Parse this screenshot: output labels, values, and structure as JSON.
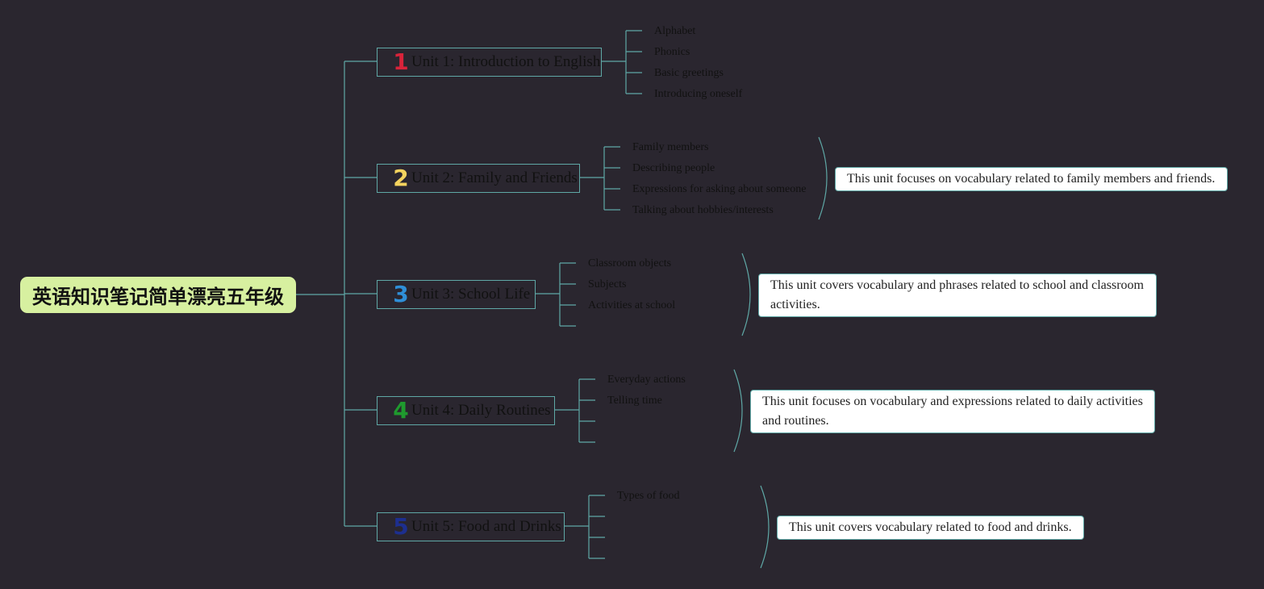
{
  "root": {
    "title": "英语知识笔记简单漂亮五年级"
  },
  "units": [
    {
      "number": "1",
      "color": "#d8233a",
      "title": "Unit 1: Introduction to English",
      "subtopics": [
        "Alphabet",
        "Phonics",
        "Basic greetings",
        "Introducing oneself"
      ],
      "summary": ""
    },
    {
      "number": "2",
      "color": "#f4d35e",
      "title": "Unit 2: Family and Friends",
      "subtopics": [
        "Family members",
        "Describing people",
        "Expressions for asking about someone",
        "Talking about hobbies/interests"
      ],
      "summary": "This unit focuses on vocabulary related to family members and friends."
    },
    {
      "number": "3",
      "color": "#2f8fd8",
      "title": "Unit 3: School Life",
      "subtopics": [
        "Classroom objects",
        "Subjects",
        "Activities at school",
        ""
      ],
      "summary": "This unit covers vocabulary and phrases related to school and classroom activities."
    },
    {
      "number": "4",
      "color": "#1f9a2e",
      "title": "Unit 4: Daily Routines",
      "subtopics": [
        "Everyday actions",
        "Telling time",
        "",
        ""
      ],
      "summary": "This unit focuses on vocabulary and expressions related to daily activities and routines."
    },
    {
      "number": "5",
      "color": "#1d2f8f",
      "title": "Unit 5: Food and Drinks",
      "subtopics": [
        "Types of food",
        "",
        "",
        ""
      ],
      "summary": "This unit covers vocabulary related to food and drinks."
    }
  ],
  "colors": {
    "background": "#2a262f",
    "connector": "#5fa8a6",
    "root_fill": "#d7f0a0"
  }
}
